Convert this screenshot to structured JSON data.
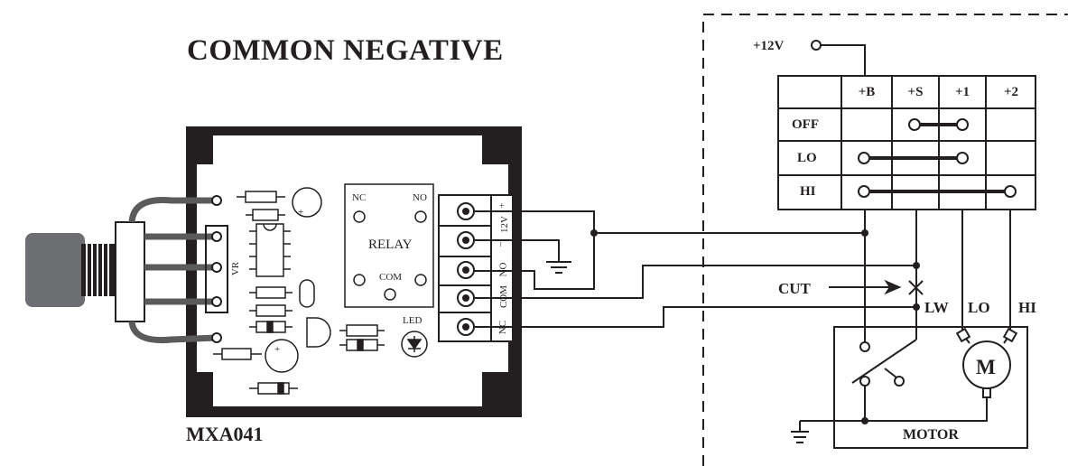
{
  "title": "COMMON NEGATIVE",
  "model": "MXA041",
  "supply": "+12V",
  "cut_label": "CUT",
  "switch_table": {
    "headers": [
      "+B",
      "+S",
      "+1",
      "+2"
    ],
    "rows": [
      "OFF",
      "LO",
      "HI"
    ]
  },
  "motor": {
    "label": "MOTOR",
    "symbol": "M",
    "terminals": [
      "LW",
      "LO",
      "HI"
    ]
  },
  "pcb": {
    "relay": {
      "title": "RELAY",
      "nc": "NC",
      "no": "NO",
      "com": "COM"
    },
    "led": "LED",
    "pot": "VR",
    "terminal_labels": [
      "+",
      "12V",
      "−",
      "NO",
      "COM",
      "NC"
    ]
  },
  "colors": {
    "ink": "#231f20",
    "case": "#231f20",
    "knob": "#6d6e71",
    "lead": "#5b5b5b"
  },
  "icons": [
    "ground-icon",
    "motor-icon",
    "led-icon",
    "cut-mark-icon"
  ]
}
